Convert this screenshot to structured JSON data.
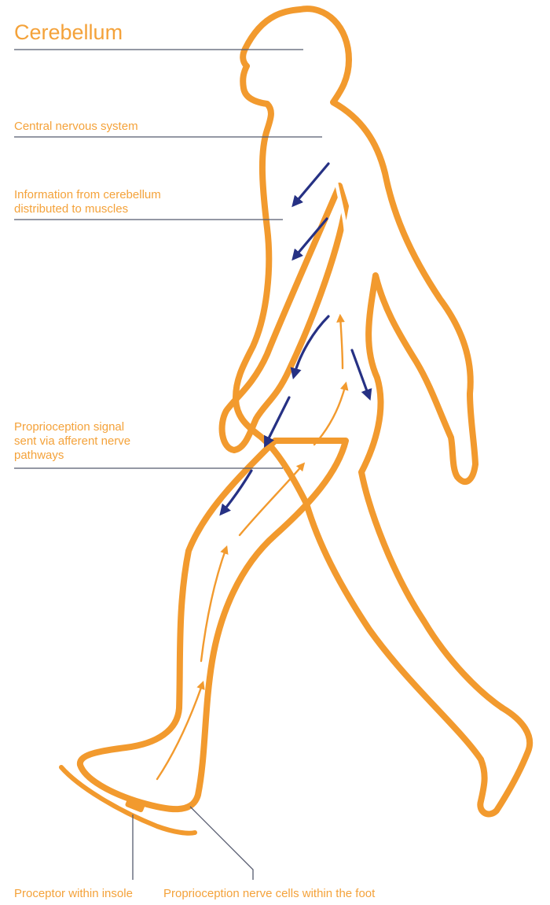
{
  "labels": {
    "cerebellum": "Cerebellum",
    "cns": "Central nervous system",
    "info_line1": "Information from cerebellum",
    "info_line2": "distributed to muscles",
    "signal_line1": "Proprioception signal",
    "signal_line2": "sent via afferent nerve",
    "signal_line3": "pathways",
    "proceptor": "Proceptor within insole",
    "nerve_cells": "Proprioception nerve cells within the foot"
  },
  "colors": {
    "body_fill": "#fbc98b",
    "body_outline": "#f29a2e",
    "label_text": "#f4a23a",
    "efferent_arrow": "#263184",
    "afferent_arrow": "#f29a2e",
    "leader_line": "#555a6e"
  }
}
